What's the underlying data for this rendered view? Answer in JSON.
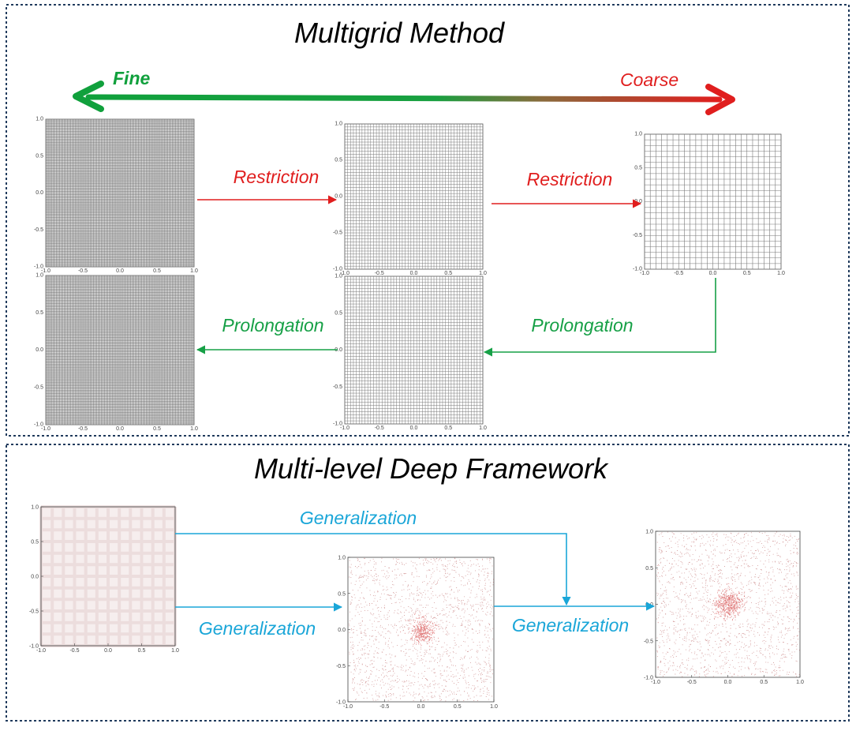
{
  "top_panel": {
    "title": "Multigrid  Method",
    "fine_label": "Fine",
    "coarse_label": "Coarse",
    "restriction_labels": [
      "Restriction",
      "Restriction"
    ],
    "prolongation_labels": [
      "Prolongation",
      "Prolongation"
    ],
    "grid_ticks": [
      "-1.0",
      "-0.5",
      "0.0",
      "0.5",
      "1.0"
    ],
    "grid_densities": {
      "fine": 96,
      "medium": 48,
      "coarse": 24
    }
  },
  "bottom_panel": {
    "title": "Multi-level Deep Framework",
    "generalization_labels": [
      "Generalization",
      "Generalization",
      "Generalization"
    ],
    "axis_ticks": [
      "-1.0",
      "-0.5",
      "0.0",
      "0.5",
      "1.0"
    ]
  },
  "colors": {
    "fine": "#10a03c",
    "coarse": "#e01e1e",
    "restriction": "#e01e1e",
    "prolongation": "#16a046",
    "generalization": "#1aa6d8",
    "frame": "#1f3a5c",
    "scatter_point": "#d03030"
  }
}
